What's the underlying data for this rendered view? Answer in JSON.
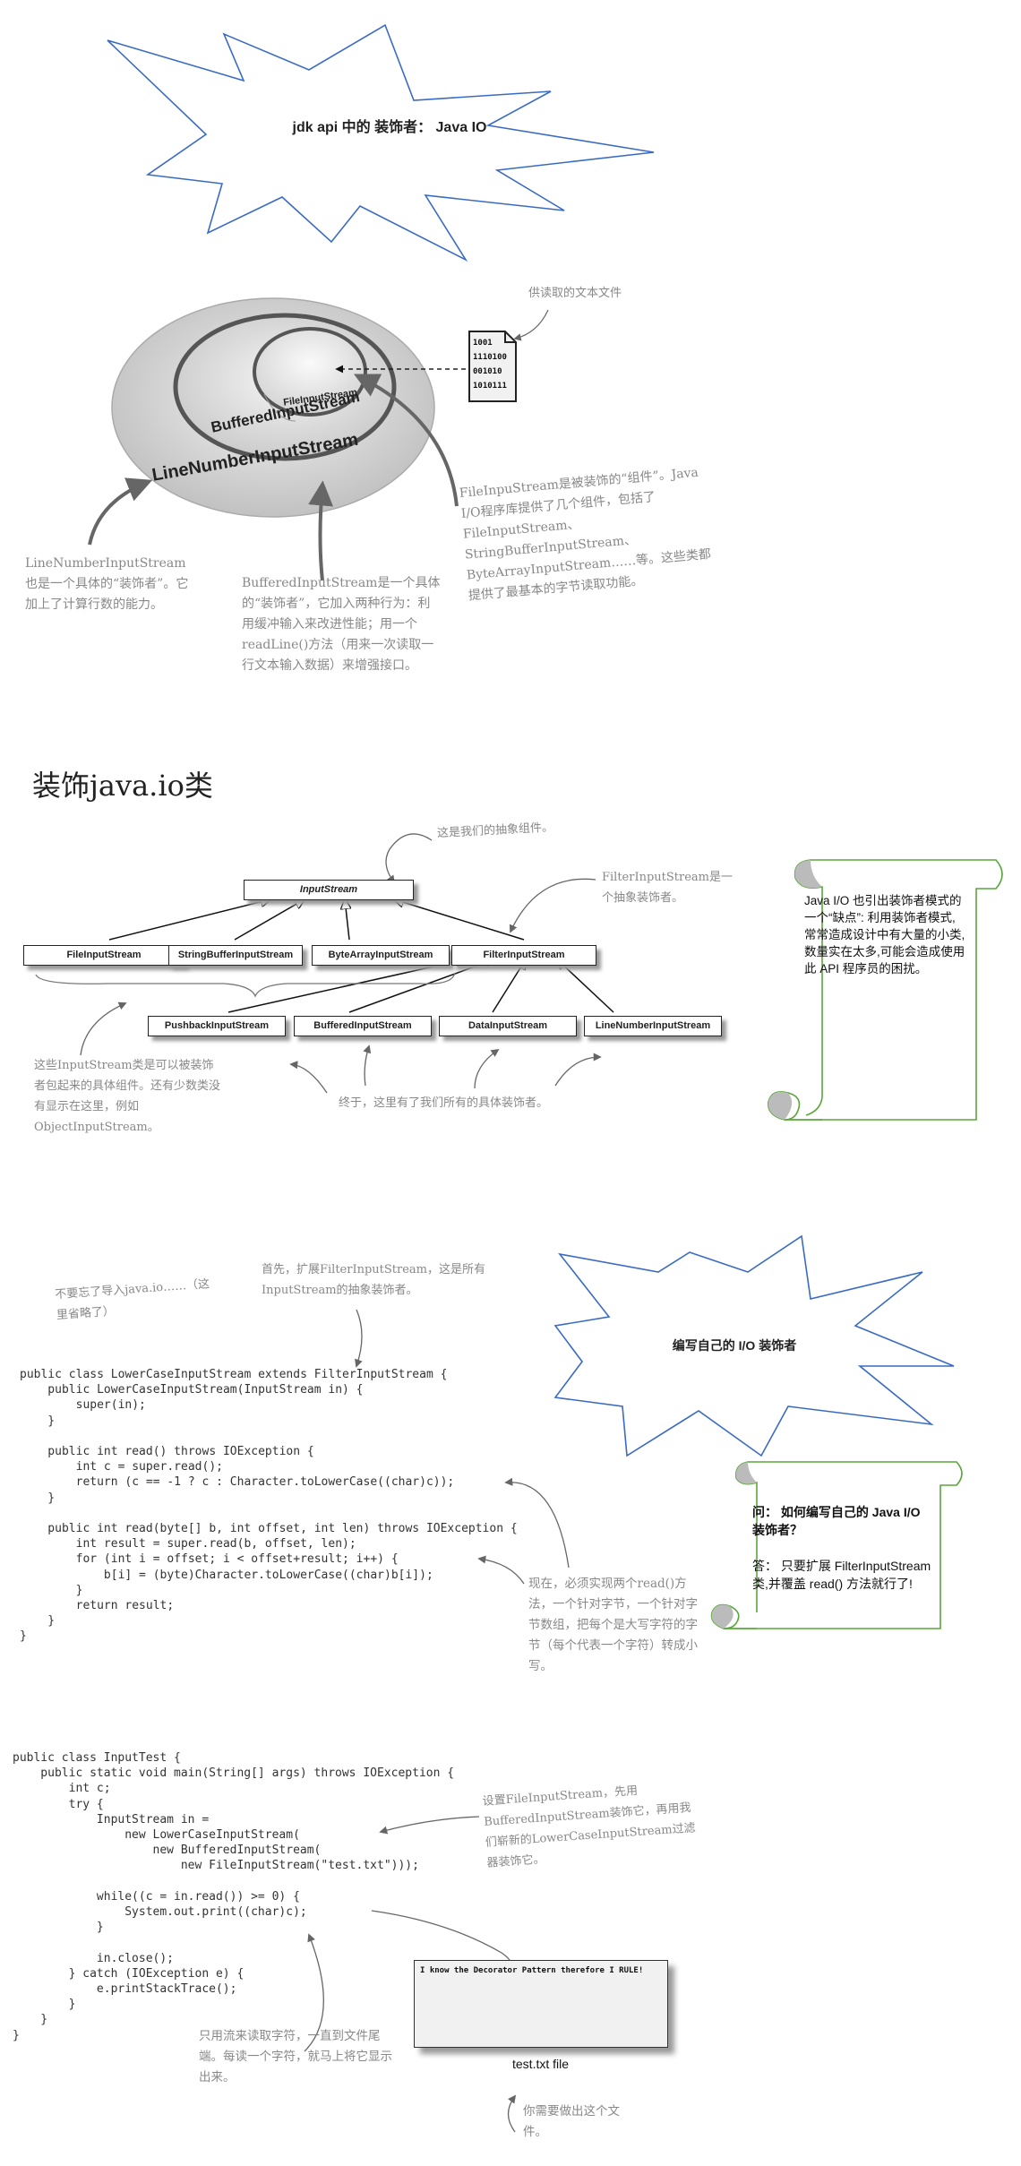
{
  "header_star": {
    "title": "jdk api 中的 装饰者： Java  IO"
  },
  "onion": {
    "file_icon": [
      "1001",
      "1110100",
      "001010",
      "1010111"
    ],
    "file_label": "供读取的文本文件",
    "layers": [
      "FileInputStream",
      "BufferedInputStream",
      "LineNumberInputStream"
    ],
    "annotations": {
      "line_number": "LineNumberInputStream也是一个具体的“装饰者”。它加上了计算行数的能力。",
      "buffered": "BufferedInputStream是一个具体的“装饰者”，它加入两种行为：利用缓冲输入来改进性能；用一个readLine()方法（用来一次读取一行文本输入数据）来增强接口。",
      "file_input": "FileInpuStream是被装饰的“组件”。Java I/O程序库提供了几个组件，包括了FileInputStream、StringBufferInputStream、ByteArrayInputStream……等。这些类都提供了最基本的字节读取功能。"
    }
  },
  "section_title": "装饰java.io类",
  "uml": {
    "root": "InputStream",
    "components": [
      "FileInputStream",
      "StringBufferInputStream",
      "ByteArrayInputStream",
      "FilterInputStream"
    ],
    "decorators": [
      "PushbackInputStream",
      "BufferedInputStream",
      "DataInputStream",
      "LineNumberInputStream"
    ],
    "notes": {
      "abstract": "这是我们的抽象组件。",
      "filter": "FilterInputStream是一个抽象装饰者。",
      "concrete": "这些InputStream类是可以被装饰者包起来的具体组件。还有少数类没有显示在这里，例如ObjectInputStream。",
      "decorators": "终于，这里有了我们所有的具体装饰者。"
    }
  },
  "scroll_note": "Java I/O 也引出装饰者模式的一个“缺点”: 利用装饰者模式,常常造成设计中有大量的小类,数量实在太多,可能会造成使用此 API 程序员的困扰。",
  "section2": {
    "note_import": "不要忘了导入java.io……（这里省略了）",
    "note_extend": "首先，扩展FilterInputStream，这是所有InputStream的抽象装饰者。",
    "code": [
      "public class LowerCaseInputStream extends FilterInputStream {",
      "    public LowerCaseInputStream(InputStream in) {",
      "        super(in);",
      "    }",
      "",
      "    public int read() throws IOException {",
      "        int c = super.read();",
      "        return (c == -1 ? c : Character.toLowerCase((char)c));",
      "    }",
      "",
      "    public int read(byte[] b, int offset, int len) throws IOException {",
      "        int result = super.read(b, offset, len);",
      "        for (int i = offset; i < offset+result; i++) {",
      "            b[i] = (byte)Character.toLowerCase((char)b[i]);",
      "        }",
      "        return result;",
      "    }",
      "}"
    ],
    "note_read": "现在，必须实现两个read()方法，一个针对字节，一个针对字节数组，把每个是大写字符的字节（每个代表一个字符）转成小写。",
    "star_title": "编写自己的 I/O 装饰者",
    "qa_question": "问： 如何编写自己的 Java I/O 装饰者？",
    "qa_answer": "答： 只要扩展 FilterInputStream 类,并覆盖 read() 方法就行了!"
  },
  "section3": {
    "code": [
      "public class InputTest {",
      "    public static void main(String[] args) throws IOException {",
      "        int c;",
      "        try {",
      "            InputStream in =",
      "                new LowerCaseInputStream(",
      "                    new BufferedInputStream(",
      "                        new FileInputStream(\"test.txt\")));",
      "",
      "            while((c = in.read()) >= 0) {",
      "                System.out.print((char)c);",
      "            }",
      "",
      "            in.close();",
      "        } catch (IOException e) {",
      "            e.printStackTrace();",
      "        }",
      "    }",
      "}"
    ],
    "note_setup": "设置FileInputStream，先用BufferedInputStream装饰它，再用我们崭新的LowerCaseInputStream过滤器装饰它。",
    "note_read_loop": "只用流来读取字符，一直到文件尾端。每读一个字符，就马上将它显示出来。",
    "file_content": "I know the Decorator Pattern therefore I RULE!",
    "file_caption": "test.txt file",
    "note_make_file": "你需要做出这个文件。"
  },
  "colors": {
    "star_stroke": "#3a6bc4",
    "scroll_stroke": "#5aa63a",
    "note_text": "#888888",
    "arrow": "#666666"
  }
}
